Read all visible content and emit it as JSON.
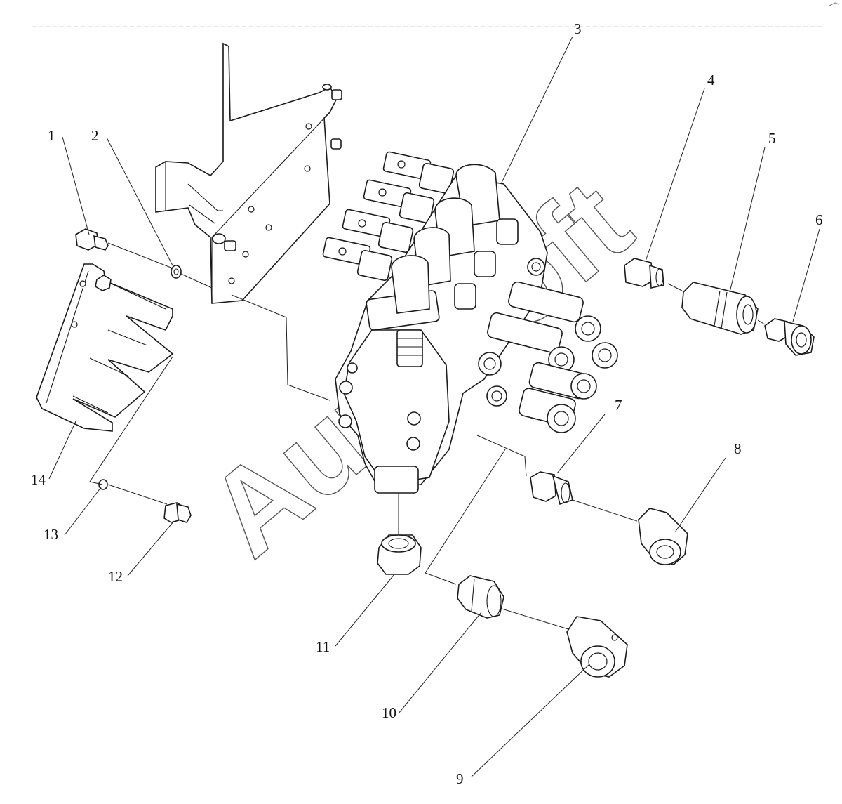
{
  "callouts": [
    {
      "id": "1",
      "label": "1"
    },
    {
      "id": "2",
      "label": "2"
    },
    {
      "id": "3",
      "label": "3"
    },
    {
      "id": "4",
      "label": "4"
    },
    {
      "id": "5",
      "label": "5"
    },
    {
      "id": "6",
      "label": "6"
    },
    {
      "id": "7",
      "label": "7"
    },
    {
      "id": "8",
      "label": "8"
    },
    {
      "id": "9",
      "label": "9"
    },
    {
      "id": "10",
      "label": "10"
    },
    {
      "id": "11",
      "label": "11"
    },
    {
      "id": "12",
      "label": "12"
    },
    {
      "id": "13",
      "label": "13"
    },
    {
      "id": "14",
      "label": "14"
    }
  ],
  "watermark": "AutoSoft"
}
